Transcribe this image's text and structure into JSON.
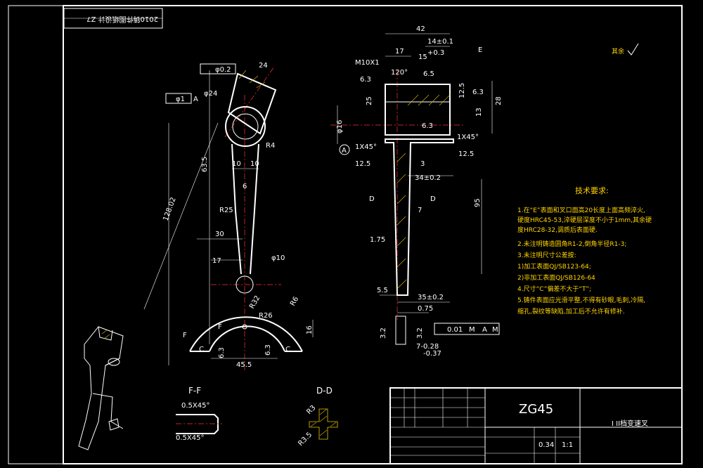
{
  "title_block": {
    "drawing_no_rotated": "2010铸件图纸设计 Z7",
    "material": "ZG45",
    "part_name": "I II档变速叉",
    "scale": "1:1",
    "weight": "0.34"
  },
  "roughness": {
    "other": "其余"
  },
  "left_view": {
    "dims": [
      "24",
      "φ0.2",
      "φ24",
      "φ1",
      "A",
      "R4",
      "10",
      "10",
      "6",
      "63.5",
      "128.02",
      "R25",
      "30",
      "17",
      "φ10",
      "R32",
      "R26",
      "R6",
      "16",
      "F",
      "F",
      "C",
      "C",
      "6.3",
      "6.3",
      "45.5"
    ]
  },
  "middle_view": {
    "dims": [
      "42",
      "17",
      "14±0.1",
      "15",
      "+0.3",
      "M10X1",
      "6.3",
      "120°",
      "E",
      "6.5",
      "12.5",
      "6.3",
      "28",
      "25",
      "13",
      "φ16",
      "6.3",
      "1X45°",
      "12.5",
      "1X45°",
      "12.5",
      "A",
      "3",
      "34±0.2",
      "D",
      "D",
      "95",
      "7",
      "1.75",
      "5.5",
      "35±0.2",
      "0.75",
      "3.2",
      "3.2",
      "0.01",
      "M",
      "A",
      "M",
      "7-0.28",
      "-0.37"
    ]
  },
  "sections": {
    "ff_label": "F-F",
    "ff_chamfer1": "0.5X45°",
    "ff_chamfer2": "0.5X45°",
    "dd_label": "D-D",
    "dd_r1": "R3",
    "dd_r2": "R3.5"
  },
  "tech_req": {
    "heading": "技术要求:",
    "lines": [
      "1.在“E”表面和叉口面高20长度上面高频淬火,",
      "  硬度HRC45-53,淬硬层深度不小于1mm,其余硬",
      "  度HRC28-32,调质后表面硬.",
      "2.未注明铸造圆角R1-2,倒角半径R1-3;",
      "3.未注明尺寸公差按:",
      "  1)加工表面QJ/SB123-64;",
      "  2)非加工表面QJ/SB126-64",
      "4.尺寸“C”偏差不大于“T”;",
      "5.铸件表面应光滑平整,不得有砂眼,毛刺,冷隔,",
      "  缩孔,裂纹等缺陷,加工后不允许有修补."
    ]
  }
}
